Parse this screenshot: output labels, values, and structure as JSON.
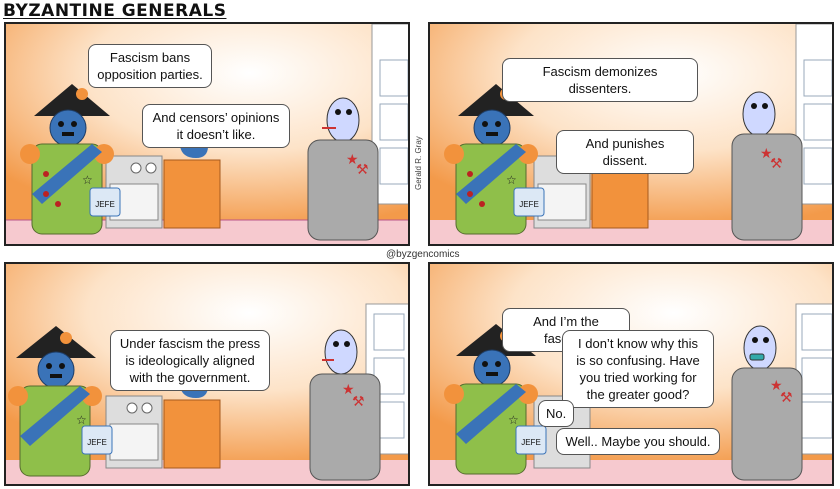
{
  "comic": {
    "title": "BYZANTINE GENERALS",
    "handle": "@byzgencomics",
    "signature": "Gerald R. Gray",
    "mug_label": "JEFE"
  },
  "panels": [
    {
      "bubbles": [
        "Fascism bans\nopposition parties.",
        "And censors’ opinions\nit doesn’t like."
      ]
    },
    {
      "bubbles": [
        "Fascism demonizes dissenters.",
        "And punishes dissent."
      ]
    },
    {
      "bubbles": [
        "Under fascism the press\nis ideologically aligned\nwith the government."
      ]
    },
    {
      "bubbles": [
        "And I’m the fascist?",
        "I don’t know why this\nis so confusing. Have\nyou tried working for\nthe greater good?",
        "No.",
        "Well.. Maybe you should."
      ]
    }
  ]
}
